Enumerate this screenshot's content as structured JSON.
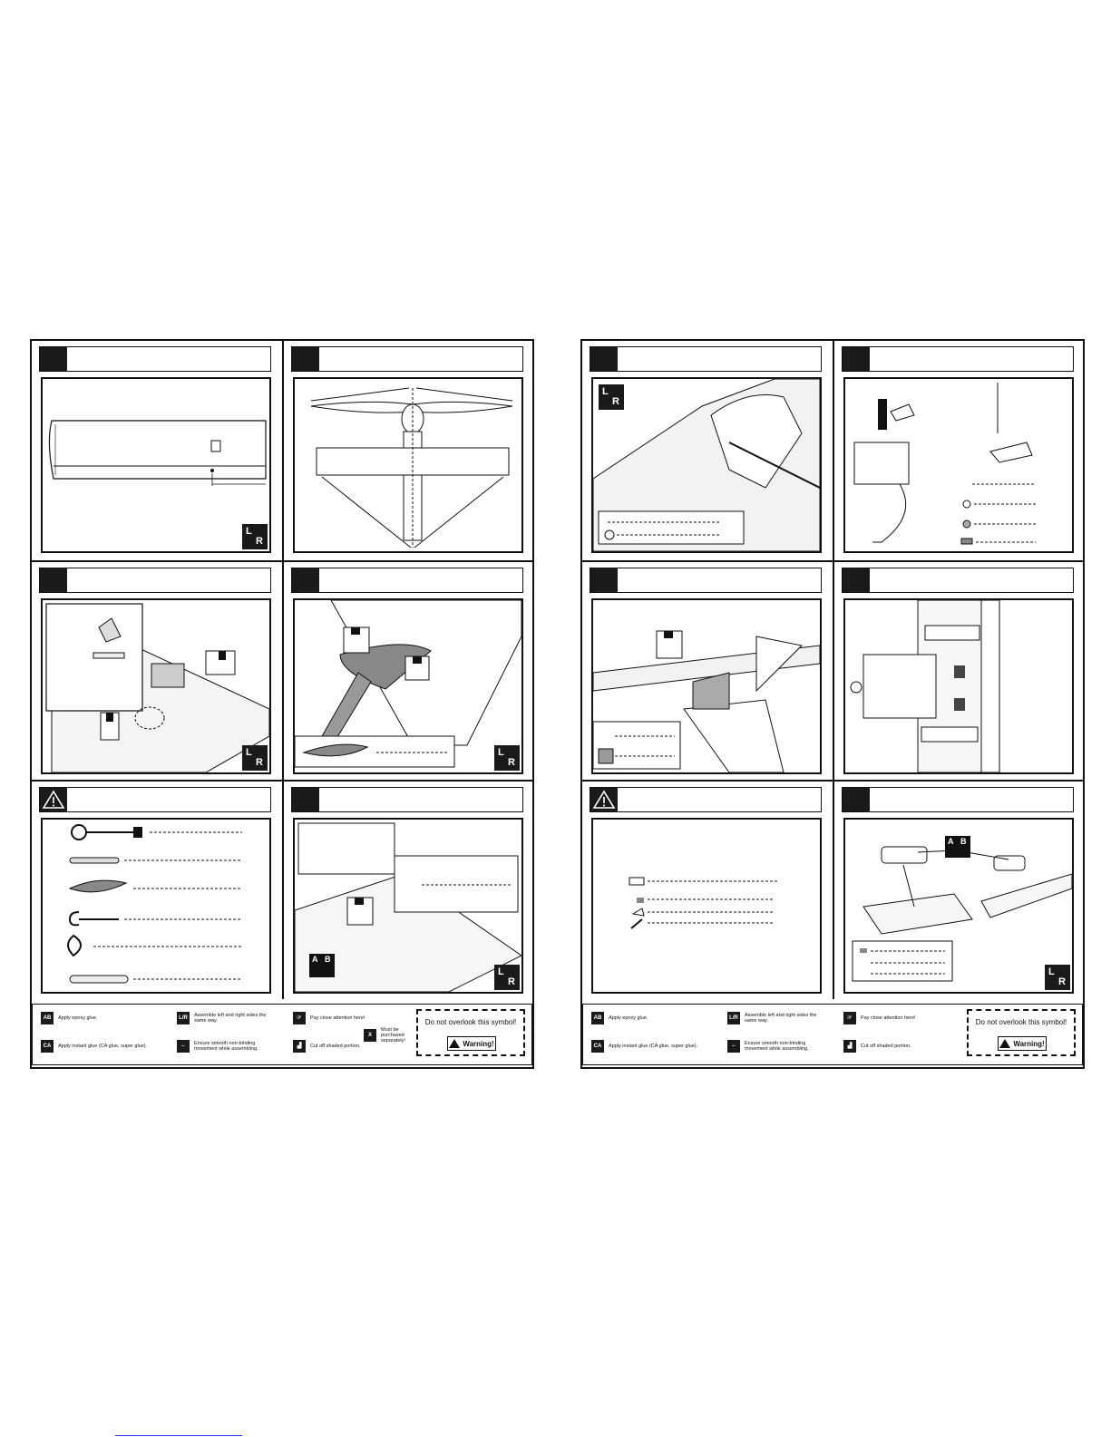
{
  "left_page": {
    "legend": {
      "epoxy": "Apply epoxy glue.",
      "ca": "Apply instant glue (CA glue, super glue).",
      "lr": "Assemble left and right sides the same way.",
      "smooth": "Ensure smooth non-binding movement while assembling.",
      "attention": "Pay close attention here!",
      "cutoff": "Cut off shaded portion.",
      "purchase": "Must be purchased separately!",
      "dont_overlook": "Do not overlook this symbol!",
      "warning_badge": "Warning!"
    }
  },
  "right_page": {
    "legend": {
      "epoxy": "Apply epoxy glue.",
      "ca": "Apply instant glue (CA glue, super glue).",
      "lr": "Assemble left and right sides the same way.",
      "smooth": "Ensure smooth non-binding movement while assembling.",
      "attention": "Pay close attention here!",
      "cutoff": "Cut off shaded portion.",
      "dont_overlook": "Do not overlook this symbol!",
      "warning_badge": "Warning!"
    }
  },
  "icons": {
    "lr_left": "L",
    "lr_right": "R",
    "glue_a": "A",
    "glue_b": "B",
    "x_mark": "X",
    "ca_mark": "CA"
  }
}
